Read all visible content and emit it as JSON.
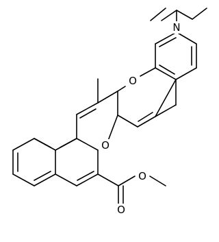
{
  "molecule": {
    "atom_labels": {
      "amine_nitrogen": "N",
      "chromene_ring_oxygen": "O",
      "naphthopyran_ring_oxygen": "O",
      "carbonyl_oxygen": "O",
      "ester_oxygen": "O"
    }
  },
  "colors": {
    "bond": "#000000",
    "background": "#ffffff"
  }
}
